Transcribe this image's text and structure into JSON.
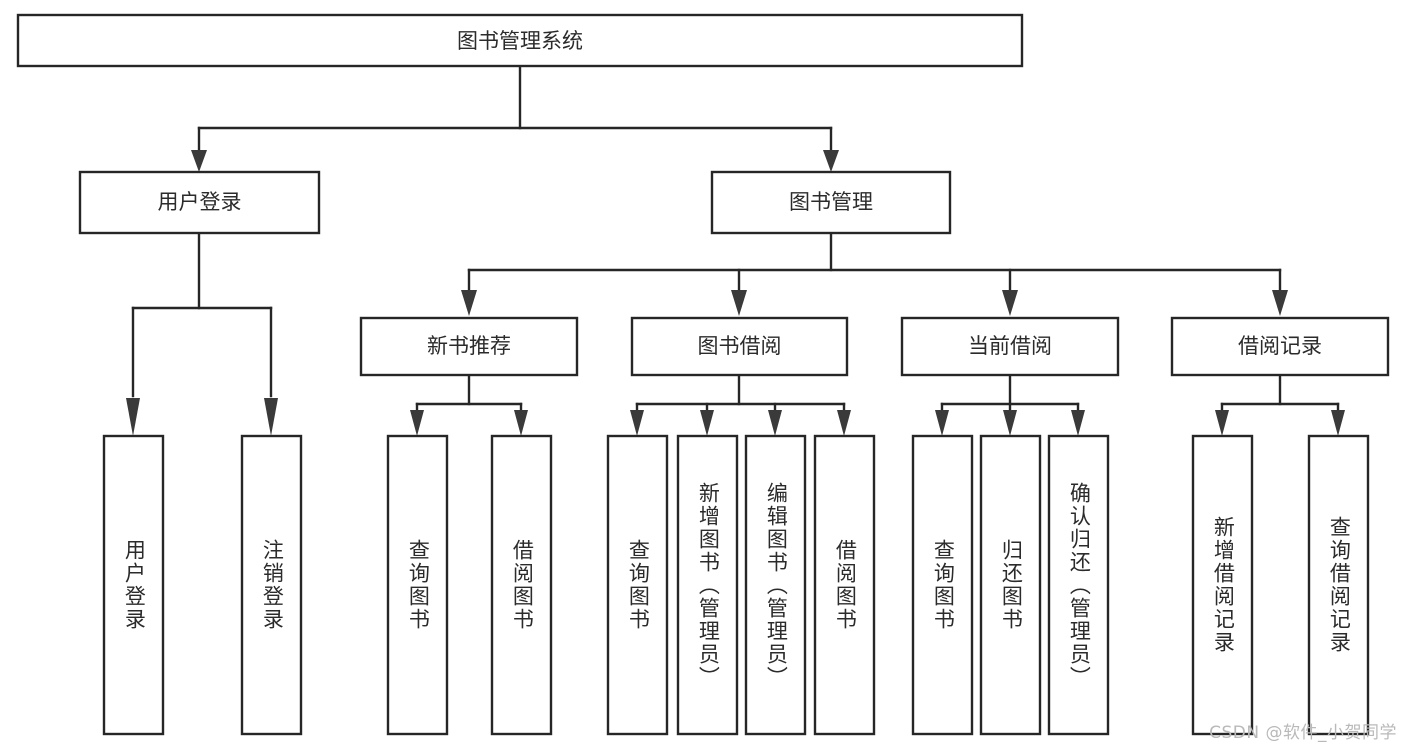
{
  "diagram": {
    "type": "tree",
    "title": "图书管理系统",
    "orientation": "top-down",
    "root": {
      "id": "root",
      "label": "图书管理系统"
    },
    "level2": [
      {
        "id": "user-login",
        "label": "用户登录"
      },
      {
        "id": "book-manage",
        "label": "图书管理"
      }
    ],
    "level3": [
      {
        "id": "new-book-recommend",
        "label": "新书推荐",
        "parent": "book-manage"
      },
      {
        "id": "book-borrow",
        "label": "图书借阅",
        "parent": "book-manage"
      },
      {
        "id": "current-borrow",
        "label": "当前借阅",
        "parent": "book-manage"
      },
      {
        "id": "borrow-record",
        "label": "借阅记录",
        "parent": "book-manage"
      }
    ],
    "leaves": {
      "user-login": [
        {
          "id": "leaf-user-login",
          "label": "用户登录"
        },
        {
          "id": "leaf-logout-login",
          "label": "注销登录"
        }
      ],
      "new-book-recommend": [
        {
          "id": "leaf-query-book-1",
          "label": "查询图书"
        },
        {
          "id": "leaf-borrow-book-1",
          "label": "借阅图书"
        }
      ],
      "book-borrow": [
        {
          "id": "leaf-query-book-2",
          "label": "查询图书"
        },
        {
          "id": "leaf-add-book",
          "label": "新增图书（管理员）"
        },
        {
          "id": "leaf-edit-book",
          "label": "编辑图书（管理员）"
        },
        {
          "id": "leaf-borrow-book-2",
          "label": "借阅图书"
        }
      ],
      "current-borrow": [
        {
          "id": "leaf-query-book-3",
          "label": "查询图书"
        },
        {
          "id": "leaf-return-book",
          "label": "归还图书"
        },
        {
          "id": "leaf-confirm-return",
          "label": "确认归还（管理员）"
        }
      ],
      "borrow-record": [
        {
          "id": "leaf-add-record",
          "label": "新增借阅记录"
        },
        {
          "id": "leaf-query-record",
          "label": "查询借阅记录"
        }
      ]
    }
  },
  "watermark": {
    "text": "CSDN @软件_小贺同学"
  },
  "colors": {
    "stroke": "#262626",
    "box_fill": "#ffffff",
    "text": "#2b2b2b",
    "arrow": "#3a3a3a",
    "watermark": "#b9b9b9",
    "background": "#ffffff"
  }
}
